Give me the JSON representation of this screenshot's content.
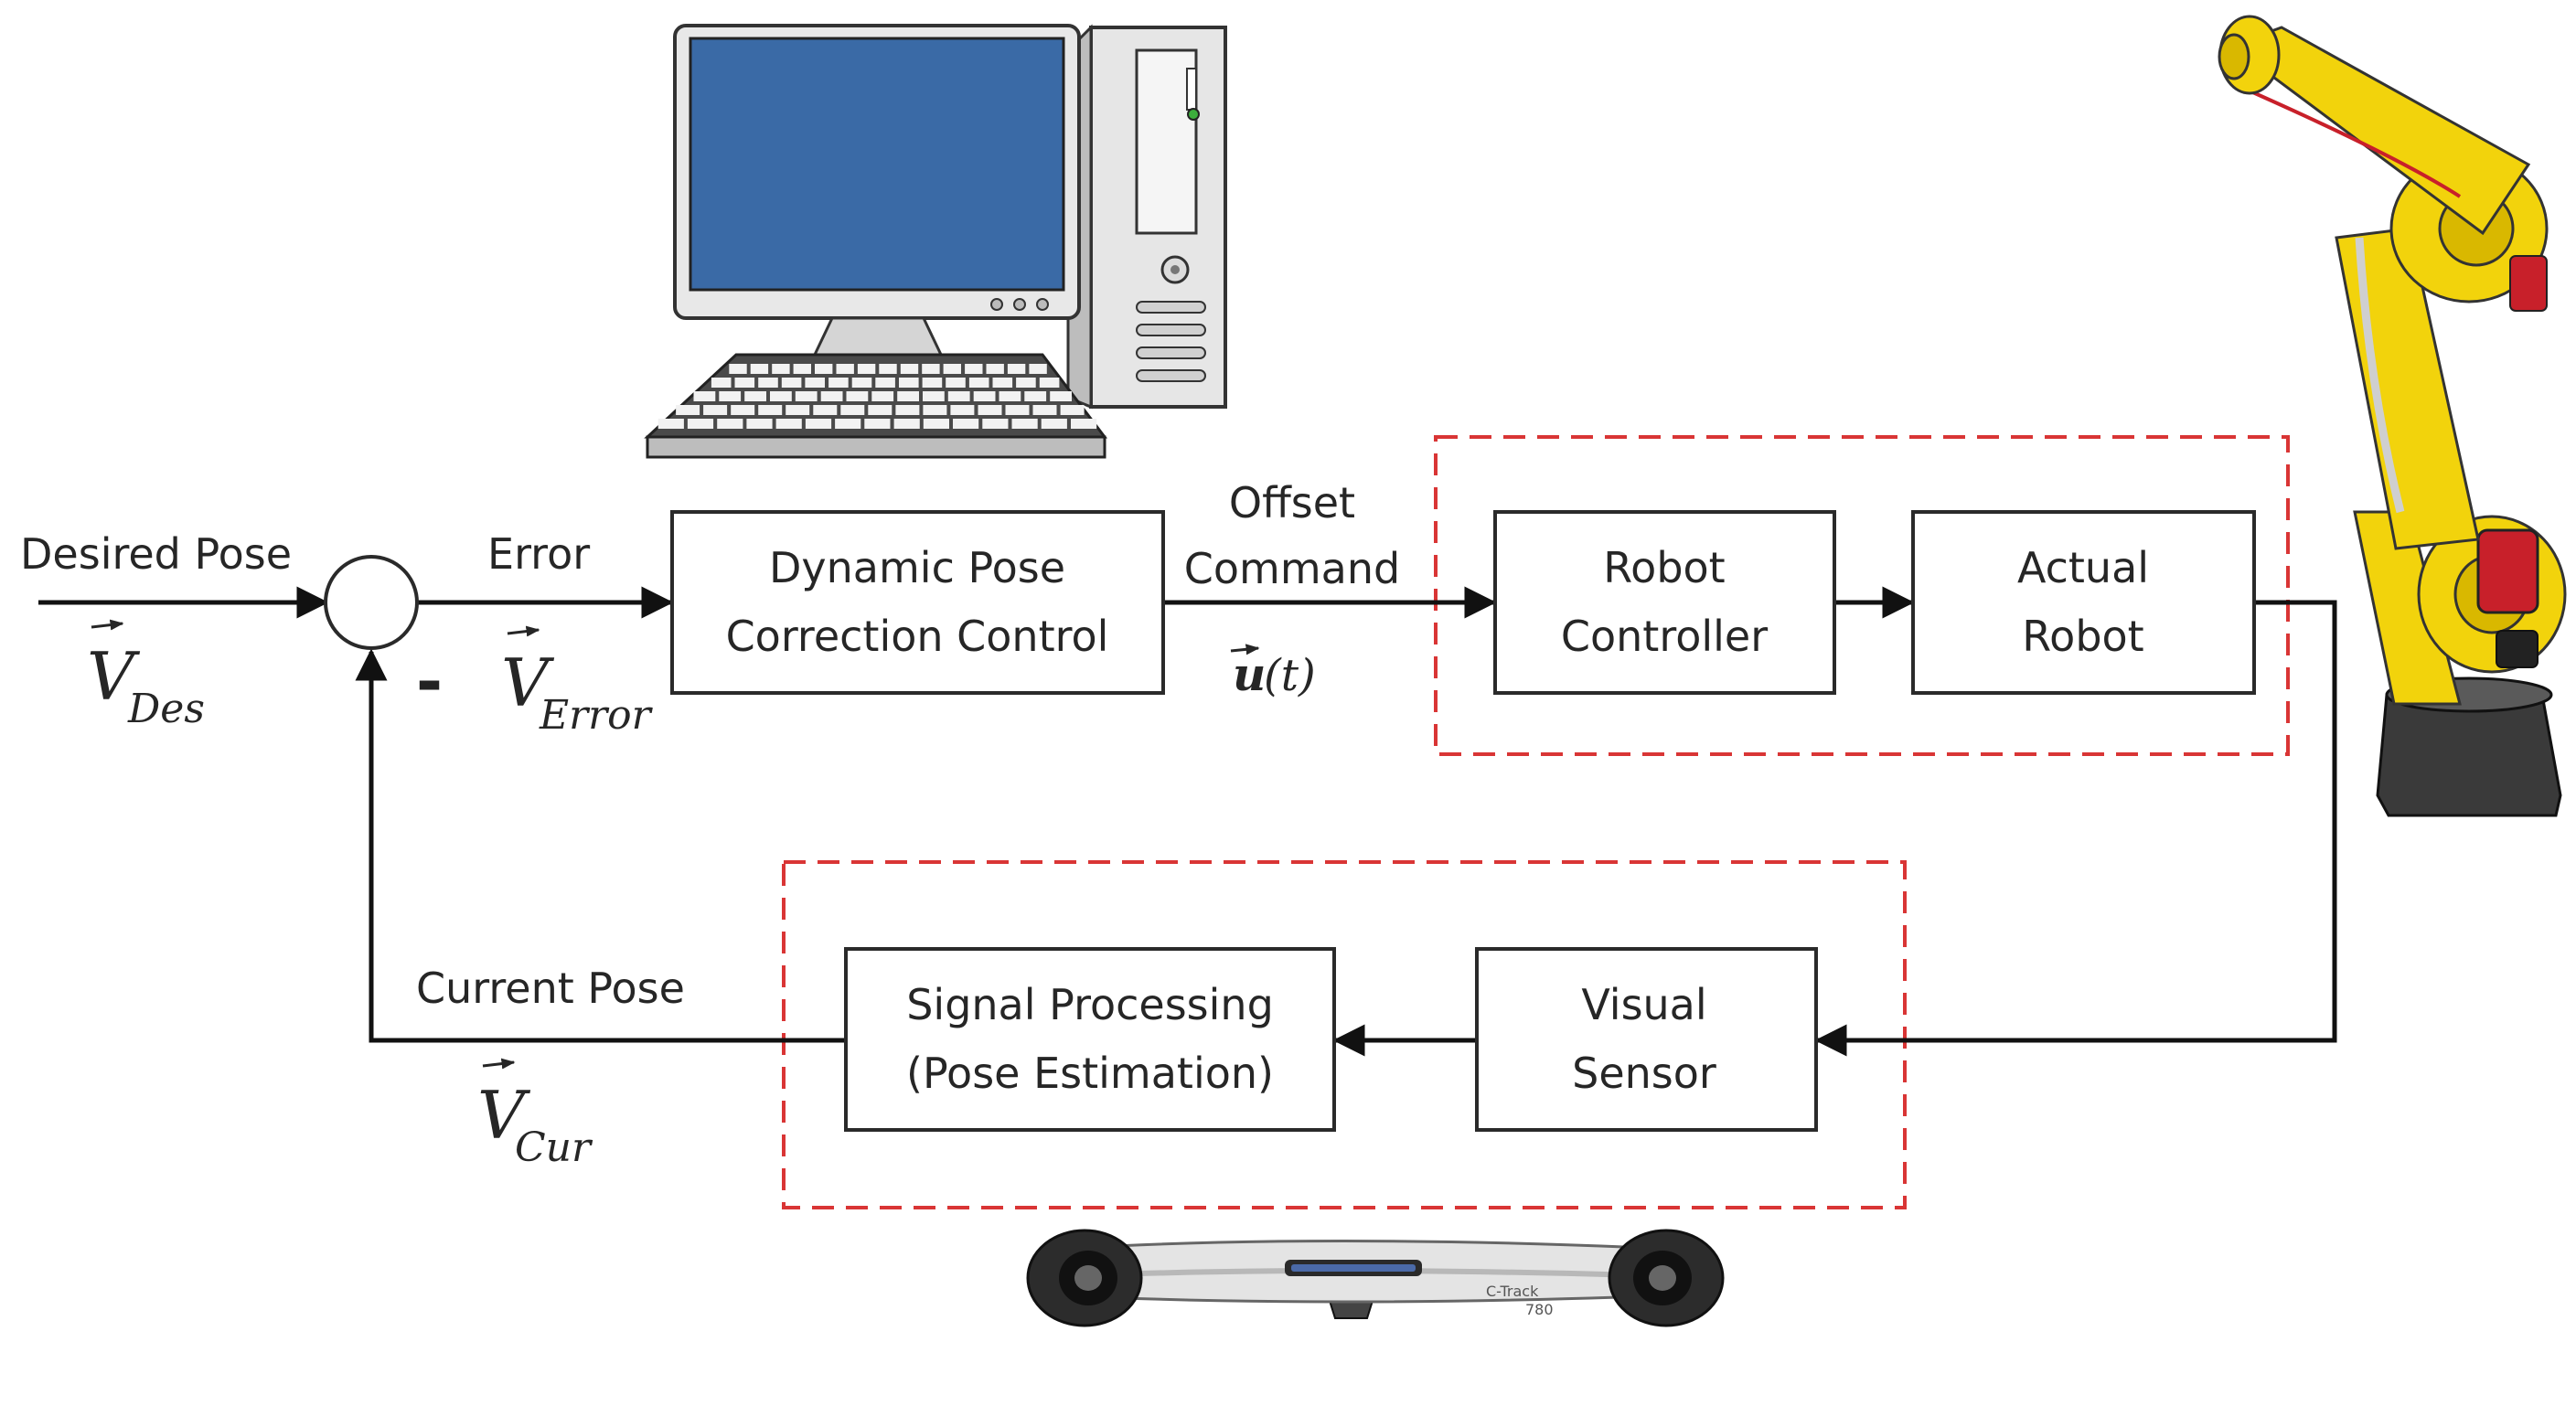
{
  "colors": {
    "dashed_group": "#d93535",
    "line": "#111111",
    "robot_yellow": "#f2d30c",
    "monitor_screen": "#3a6aa6"
  },
  "inputs": {
    "desired_pose": {
      "label": "Desired Pose",
      "symbol": "V",
      "subscript": "Des"
    }
  },
  "summing_junction": {
    "minus_sign": "-"
  },
  "signals": {
    "error": {
      "label": "Error",
      "symbol": "V",
      "subscript": "Error"
    },
    "offset_command": {
      "line1": "Offset",
      "line2": "Command",
      "symbol": "u",
      "argument": "(t)"
    },
    "current_pose": {
      "label": "Current Pose",
      "symbol": "V",
      "subscript": "Cur"
    }
  },
  "blocks": {
    "dynamic_pose_correction": {
      "line1": "Dynamic Pose",
      "line2": "Correction Control"
    },
    "robot_controller": {
      "line1": "Robot",
      "line2": "Controller"
    },
    "actual_robot": {
      "line1": "Actual",
      "line2": "Robot"
    },
    "visual_sensor": {
      "line1": "Visual",
      "line2": "Sensor"
    },
    "signal_processing": {
      "line1": "Signal Processing",
      "line2": "(Pose Estimation)"
    }
  },
  "illustrations": {
    "computer": {
      "icon": "desktop-computer-icon"
    },
    "robot_arm": {
      "icon": "industrial-robot-icon"
    },
    "tracker": {
      "icon": "optical-tracker-icon",
      "brand_line1": "C-Track",
      "brand_line2": "780"
    }
  }
}
